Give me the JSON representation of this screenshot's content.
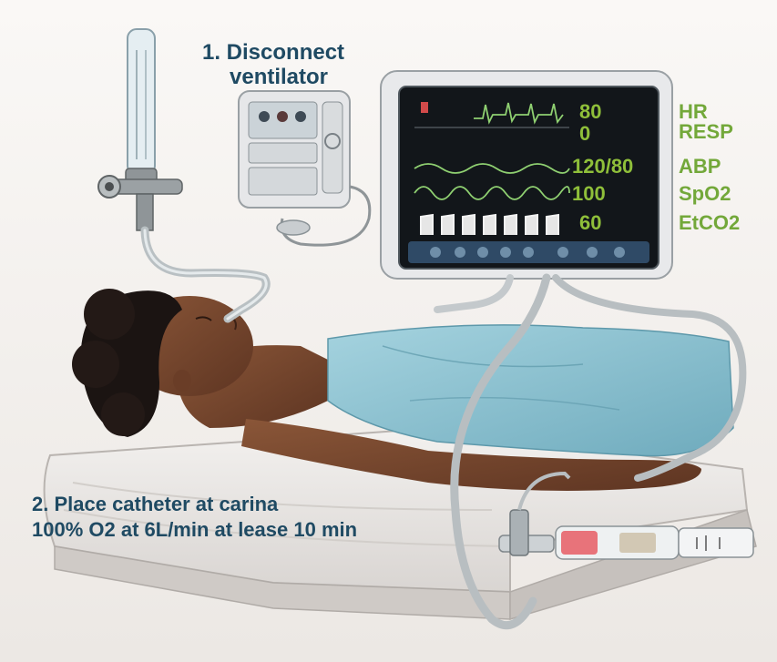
{
  "steps": {
    "step1": {
      "line1": "1. Disconnect",
      "line2": "ventilator"
    },
    "step2": {
      "line1": "2. Place catheter at carina",
      "line2": "100% O2 at 6L/min at lease 10 min"
    }
  },
  "monitor": {
    "readouts": [
      {
        "value": "80",
        "label": "HR"
      },
      {
        "value": "0",
        "label": "RESP"
      },
      {
        "value": "120/80",
        "label": "ABP"
      },
      {
        "value": "100",
        "label": "SpO2"
      },
      {
        "value": "60",
        "label": "EtCO2"
      }
    ]
  },
  "colors": {
    "label_text": "#1f4a63",
    "monitor_value": "#8fbf3a",
    "monitor_label": "#73a83a",
    "sheet": "#8fc5d3",
    "skin": "#7a4a30",
    "syringe": "#e8737a"
  }
}
